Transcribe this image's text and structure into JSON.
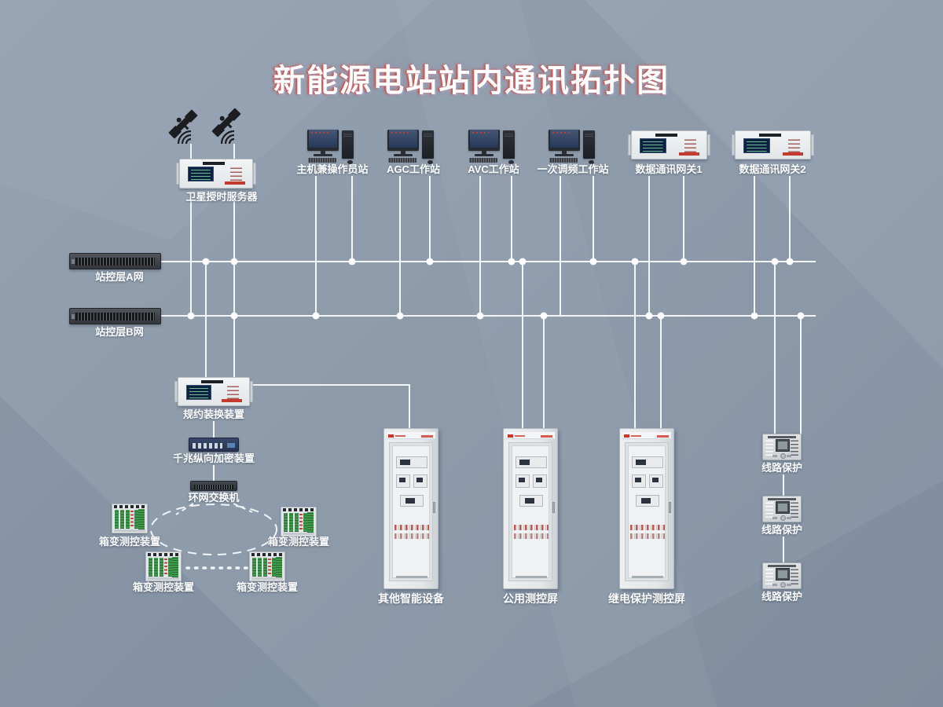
{
  "title": "新能源电站站内通讯拓扑图",
  "colors": {
    "background": "#8e9cab",
    "line": "#f7f9fa",
    "label_text": "#ffffff",
    "title_fill": "#ffffff",
    "title_glow": "#e23b30",
    "accent_red": "#c23b2e",
    "module_green": "#3f9c4c"
  },
  "nodes": {
    "satellite_server": {
      "label": "卫星授时服务器"
    },
    "workstations": [
      {
        "label": "主机兼操作员站"
      },
      {
        "label": "AGC工作站"
      },
      {
        "label": "AVC工作站"
      },
      {
        "label": "一次调频工作站"
      }
    ],
    "gateways": [
      {
        "label": "数据通讯网关1"
      },
      {
        "label": "数据通讯网关2"
      }
    ],
    "network_a": {
      "label": "站控层A网"
    },
    "network_b": {
      "label": "站控层B网"
    },
    "protocol_converter": {
      "label": "规约装换装置"
    },
    "encryptor": {
      "label": "千兆纵向加密装置"
    },
    "ring_switch": {
      "label": "环网交换机"
    },
    "box_transformer_units": [
      {
        "label": "箱变测控装置"
      },
      {
        "label": "箱变测控装置"
      },
      {
        "label": "箱变测控装置"
      },
      {
        "label": "箱变测控装置"
      }
    ],
    "cabinets": [
      {
        "label": "其他智能设备"
      },
      {
        "label": "公用测控屏"
      },
      {
        "label": "继电保护测控屏"
      }
    ],
    "line_protections": [
      {
        "label": "线路保护"
      },
      {
        "label": "线路保护"
      },
      {
        "label": "线路保护"
      }
    ]
  }
}
